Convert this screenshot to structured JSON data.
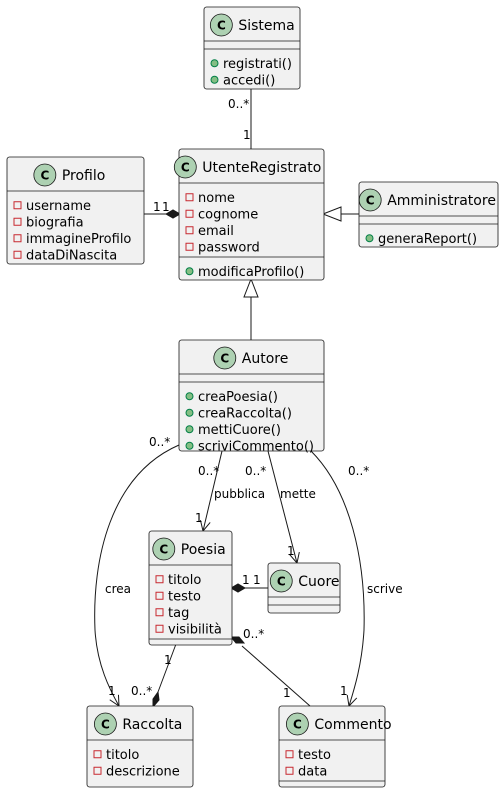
{
  "classes": {
    "sistema": {
      "name": "Sistema",
      "attributes": [],
      "methods": [
        "registrati()",
        "accedi()"
      ]
    },
    "utente": {
      "name": "UtenteRegistrato",
      "attributes": [
        "nome",
        "cognome",
        "email",
        "password"
      ],
      "methods": [
        "modificaProfilo()"
      ]
    },
    "profilo": {
      "name": "Profilo",
      "attributes": [
        "username",
        "biografia",
        "immagineProfilo",
        "dataDiNascita"
      ],
      "methods": null
    },
    "amministratore": {
      "name": "Amministratore",
      "attributes": [],
      "methods": [
        "generaReport()"
      ]
    },
    "autore": {
      "name": "Autore",
      "attributes": [],
      "methods": [
        "creaPoesia()",
        "creaRaccolta()",
        "mettiCuore()",
        "scriviCommento()"
      ]
    },
    "poesia": {
      "name": "Poesia",
      "attributes": [
        "titolo",
        "testo",
        "tag",
        "visibilità"
      ],
      "methods": []
    },
    "cuore": {
      "name": "Cuore",
      "attributes": [],
      "methods": []
    },
    "raccolta": {
      "name": "Raccolta",
      "attributes": [
        "titolo",
        "descrizione"
      ],
      "methods": null
    },
    "commento": {
      "name": "Commento",
      "attributes": [
        "testo",
        "data"
      ],
      "methods": []
    }
  },
  "edge_labels": {
    "sistema_mult": "0..*",
    "utente_sistema_mult": "1",
    "profilo_mult": "1",
    "utente_profilo_mult": "1",
    "pubblica": "pubblica",
    "pubblica_src": "0..*",
    "pubblica_dst": "1",
    "mette": "mette",
    "mette_src": "0..*",
    "mette_dst": "1",
    "crea": "crea",
    "crea_src": "0..*",
    "crea_dst": "1",
    "scrive": "scrive",
    "scrive_src": "0..*",
    "scrive_dst": "1",
    "poesia_cuore_src": "1",
    "poesia_cuore_dst": "1",
    "poesia_raccolta_src": "1",
    "poesia_raccolta_dst": "0..*",
    "poesia_commento_src": "0..*",
    "poesia_commento_dst": "1"
  }
}
